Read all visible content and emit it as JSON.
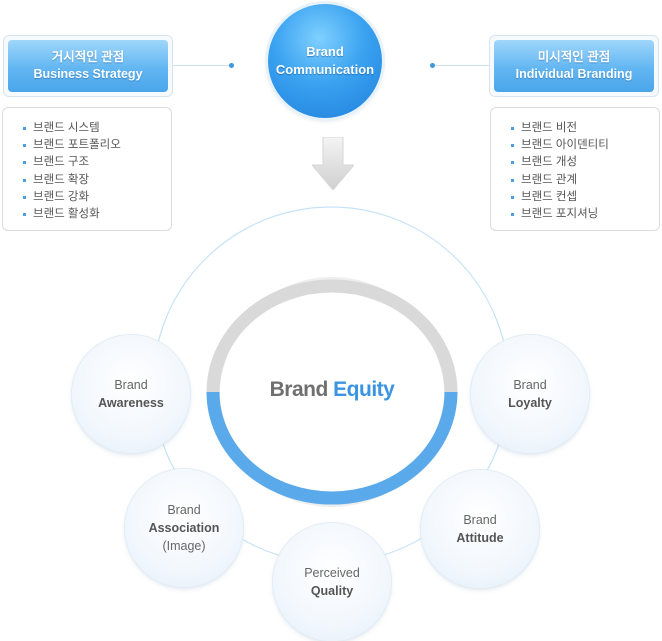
{
  "center_top": {
    "line1": "Brand",
    "line2": "Communication"
  },
  "left_header": {
    "line1": "거시적인 관점",
    "line2": "Business Strategy"
  },
  "right_header": {
    "line1": "미시적인 관점",
    "line2": "Individual Branding"
  },
  "left_list": [
    "브랜드 시스템",
    "브랜드 포트폴리오",
    "브랜드 구조",
    "브랜드 확장",
    "브랜드 강화",
    "브랜드 활성화"
  ],
  "right_list": [
    "브랜드 비전",
    "브랜드 아이덴티티",
    "브랜드 개성",
    "브랜드 관계",
    "브랜드 컨셉",
    "브랜드 포지셔닝"
  ],
  "core": {
    "word1": "Brand",
    "word2": "Equity"
  },
  "satellites": {
    "awareness": {
      "line1": "Brand",
      "line2": "Awareness"
    },
    "loyalty": {
      "line1": "Brand",
      "line2": "Loyalty"
    },
    "association": {
      "line1": "Brand",
      "line2": "Association",
      "line3": "(Image)"
    },
    "attitude": {
      "line1": "Brand",
      "line2": "Attitude"
    },
    "quality": {
      "line1": "Perceived",
      "line2": "Quality"
    }
  },
  "colors": {
    "accent": "#3a94df",
    "ring_gray": "#d8d8d8",
    "ring_blue": "#5aa9ea",
    "outline": "#bfe0f5"
  }
}
